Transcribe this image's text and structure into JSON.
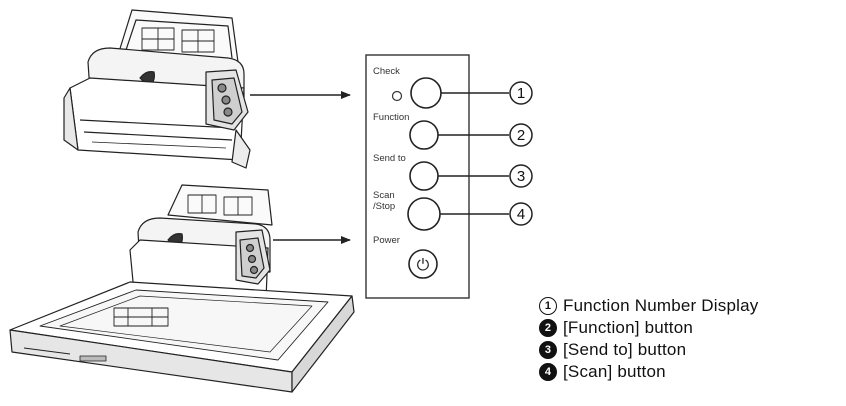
{
  "panel": {
    "labels": {
      "check": "Check",
      "function": "Function",
      "send_to": "Send to",
      "scan_line1": "Scan",
      "scan_line2": "/Stop",
      "power": "Power"
    },
    "markers": [
      "1",
      "2",
      "3",
      "4"
    ],
    "power_symbol": "⏻"
  },
  "legend": [
    {
      "num": "1",
      "text": "Function Number Display",
      "style": "outline"
    },
    {
      "num": "2",
      "text": "[Function] button",
      "style": "filled"
    },
    {
      "num": "3",
      "text": "[Send to] button",
      "style": "filled"
    },
    {
      "num": "4",
      "text": "[Scan] button",
      "style": "filled"
    }
  ],
  "colors": {
    "line": "#222222",
    "panel_border": "#333333",
    "scanner_fill": "#f4f4f4"
  }
}
